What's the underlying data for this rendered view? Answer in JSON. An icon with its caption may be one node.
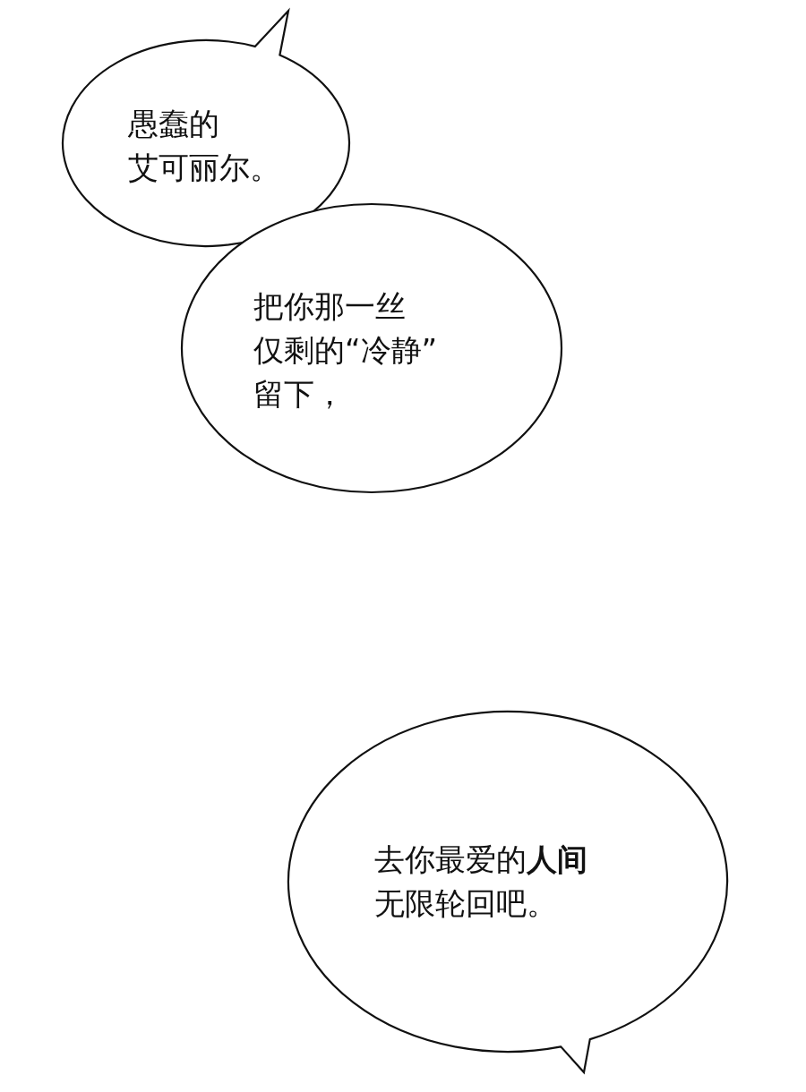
{
  "diagram": {
    "nodes": [
      {
        "text": [
          "愚蠢的艾可丽尔。"
        ]
      },
      {
        "text": [
          "把你那一丝仅剩的“冷静”留下，"
        ]
      },
      {
        "text": [
          "去你最爱的**人间**无限轮回吧。"
        ]
      }
    ]
  }
}
